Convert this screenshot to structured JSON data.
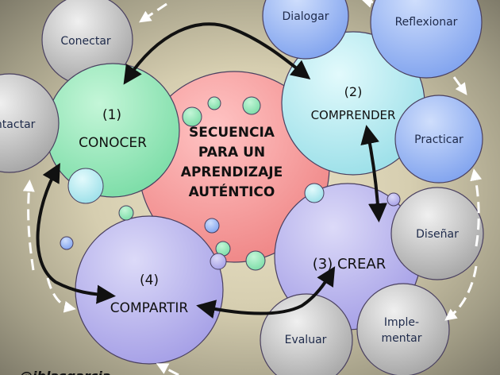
{
  "center": {
    "lines": [
      "SECUENCIA",
      "PARA  UN",
      "APRENDIZAJE",
      "AUTÉNTICO"
    ]
  },
  "stages": {
    "conocer": {
      "num": "(1)",
      "label": "CONOCER"
    },
    "comprender": {
      "num": "(2)",
      "label": "COMPRENDER"
    },
    "crear": {
      "label": "(3) CREAR"
    },
    "compartir": {
      "num": "(4)",
      "label": "COMPARTIR"
    }
  },
  "actions": {
    "conectar": "Conectar",
    "contactar": "Contactar",
    "dialogar": "Dialogar",
    "reflexionar": "Reflexionar",
    "practicar": "Practicar",
    "disenar": "Diseñar",
    "implementar_1": "Imple-",
    "implementar_2": "mentar",
    "evaluar": "Evaluar"
  },
  "credit": "@jblasgarcia",
  "colors": {
    "pink": "#f49a9a",
    "green": "#8fe6b4",
    "cyan": "#b4eaf0",
    "violet": "#b4b0ec",
    "blue": "#9ab8f4",
    "gray": "#bdbdbd"
  }
}
